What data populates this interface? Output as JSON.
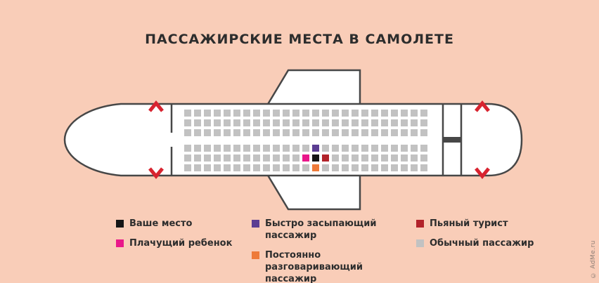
{
  "title": "ПАССАЖИРСКИЕ МЕСТА В САМОЛЕТЕ",
  "copyright": "© AdMe.ru",
  "colors": {
    "background": "#f9cdb8",
    "outline": "#474747",
    "fuselage_fill": "#ffffff",
    "exit_arrow": "#d8232f",
    "title_text": "#2d2d2d",
    "legend_text": "#2d2d2d"
  },
  "seat_map": {
    "columns": 25,
    "blocks": [
      {
        "name": "forward-of-aisle",
        "rows": 3
      },
      {
        "name": "aft-of-aisle",
        "rows": 3
      }
    ],
    "default_seat_key": "regular",
    "special_seats": [
      {
        "block": 1,
        "row": 0,
        "col": 13,
        "key": "sleeping"
      },
      {
        "block": 1,
        "row": 1,
        "col": 12,
        "key": "crying-baby"
      },
      {
        "block": 1,
        "row": 1,
        "col": 13,
        "key": "your-seat"
      },
      {
        "block": 1,
        "row": 1,
        "col": 14,
        "key": "drunk"
      },
      {
        "block": 1,
        "row": 2,
        "col": 13,
        "key": "talking"
      }
    ]
  },
  "legend": {
    "columns": [
      {
        "items": [
          {
            "key": "your-seat",
            "label": "Ваше место",
            "color": "#151515"
          },
          {
            "key": "crying-baby",
            "label": "Плачущий ребенок",
            "color": "#e9188a"
          }
        ]
      },
      {
        "items": [
          {
            "key": "sleeping",
            "label": "Быстро засыпающий пассажир",
            "color": "#5b3d92"
          },
          {
            "key": "talking",
            "label": "Постоянно разговаривающий пассажир",
            "color": "#ee7a39"
          }
        ]
      },
      {
        "items": [
          {
            "key": "drunk",
            "label": "Пьяный турист",
            "color": "#b2222a"
          },
          {
            "key": "regular",
            "label": "Обычный пассажир",
            "color": "#c2c2c2"
          }
        ]
      }
    ]
  }
}
